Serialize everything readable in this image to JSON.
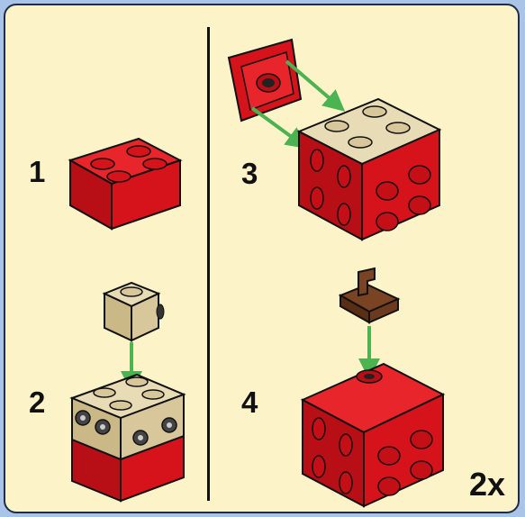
{
  "steps": [
    {
      "number": "1"
    },
    {
      "number": "2"
    },
    {
      "number": "3"
    },
    {
      "number": "4"
    }
  ],
  "multiplier": "2x",
  "colors": {
    "background": "#fdf3c8",
    "frame": "#a9c4e6",
    "red_brick": "#d6121a",
    "tan_brick": "#d8c79a",
    "brown_piece": "#6b3a1f",
    "arrow": "#4bb34f"
  }
}
